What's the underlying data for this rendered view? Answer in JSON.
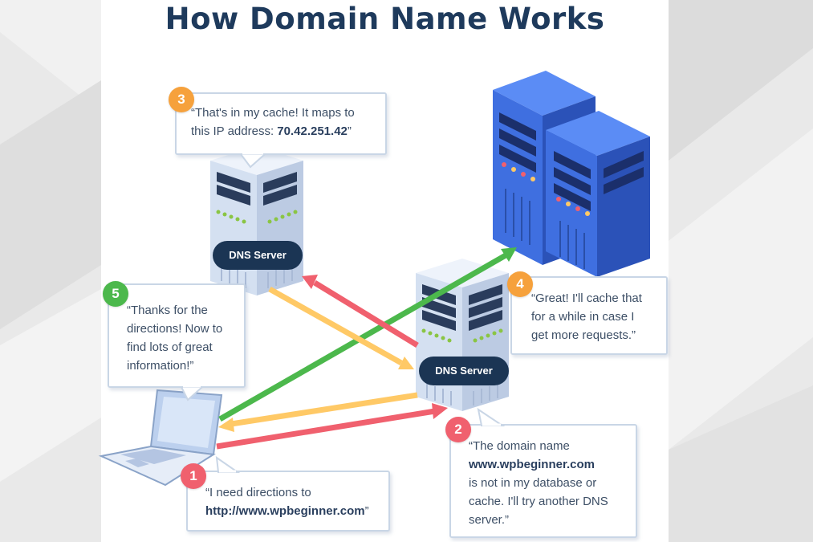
{
  "title": "How Domain Name Works",
  "steps": [
    {
      "number": "1",
      "text_before": "“I need directions to",
      "bold": "http://www.wpbeginner.com",
      "text_after": "”"
    },
    {
      "number": "2",
      "text_before": "“The domain name",
      "bold": "www.wpbeginner.com",
      "text_after": "is not in my database or cache. I'll try another DNS server.”"
    },
    {
      "number": "3",
      "text_before": "“That's in my cache! It maps to this IP address:",
      "bold": "70.42.251.42",
      "text_after": "”"
    },
    {
      "number": "4",
      "text_before": "“Great! I'll cache that for a while in case I get more requests.”",
      "bold": "",
      "text_after": ""
    },
    {
      "number": "5",
      "text_before": "“Thanks for the directions! Now to find lots of great information!”",
      "bold": "",
      "text_after": ""
    }
  ],
  "servers": {
    "top_label": "DNS Server",
    "middle_label": "DNS Server"
  },
  "colors": {
    "red": "#f0606e",
    "yellow": "#ffc966",
    "green": "#4cb84c",
    "orange": "#f6a13c",
    "blue": "#3f6fe0",
    "navy": "#1b3554"
  }
}
